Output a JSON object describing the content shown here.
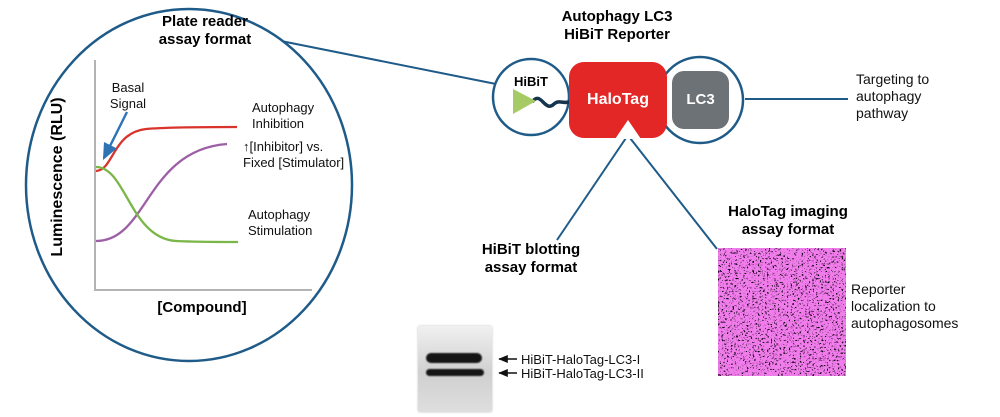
{
  "colors": {
    "outline_blue": "#1f5b88",
    "arrow_blue": "#2e74b5",
    "curve_red": "#d9342b",
    "curve_green": "#7ab648",
    "curve_purple": "#9c5fa5",
    "halotag_red": "#e32726",
    "lc3_gray": "#6d7276",
    "hibit_green": "#a6cb65",
    "linker_navy": "#16334f",
    "axis_gray": "#b3b3b3",
    "imaging_magenta": "#d93bd0"
  },
  "plate_reader": {
    "title": "Plate reader\nassay format",
    "y_axis_label": "Luminescence (RLU)",
    "x_axis_label": "[Compound]",
    "basal_label": "Basal\nSignal",
    "inhibition_label": "Autophagy\nInhibition",
    "inhibitor_note": "↑[Inhibitor] vs.\nFixed [Stimulator]",
    "stimulation_label": "Autophagy\nStimulation"
  },
  "reporter": {
    "title": "Autophagy LC3\nHiBiT Reporter",
    "hibit": "HiBiT",
    "halotag": "HaloTag",
    "lc3": "LC3",
    "targeting": "Targeting to\nautophagy\npathway"
  },
  "blotting": {
    "title": "HiBiT blotting\nassay format",
    "band_labels": [
      "HiBiT-HaloTag-LC3-I",
      "HiBiT-HaloTag-LC3-II"
    ]
  },
  "imaging": {
    "title": "HaloTag imaging\nassay format",
    "caption": "Reporter\nlocalization to\nautophagosomes"
  },
  "chart_data": {
    "type": "line",
    "title": "Plate reader assay format",
    "xlabel": "[Compound]",
    "ylabel": "Luminescence (RLU)",
    "axis_values": "unlabeled qualitative dose-response curves",
    "x_normalized": [
      0,
      0.2,
      0.4,
      0.6,
      0.8,
      1
    ],
    "series": [
      {
        "name": "Autophagy Inhibition",
        "color": "#d9342b",
        "values_normalized": [
          0.52,
          0.62,
          0.71,
          0.71,
          0.71,
          0.71
        ]
      },
      {
        "name": "[Inhibitor] vs. Fixed [Stimulator]",
        "color": "#9c5fa5",
        "values_normalized": [
          0.21,
          0.23,
          0.4,
          0.58,
          0.64,
          0.64
        ]
      },
      {
        "name": "Autophagy Stimulation",
        "color": "#7ab648",
        "values_normalized": [
          0.53,
          0.51,
          0.3,
          0.21,
          0.2,
          0.2
        ]
      }
    ],
    "annotations": [
      "Basal Signal (blue arrow points to basal level where curves begin)"
    ]
  }
}
